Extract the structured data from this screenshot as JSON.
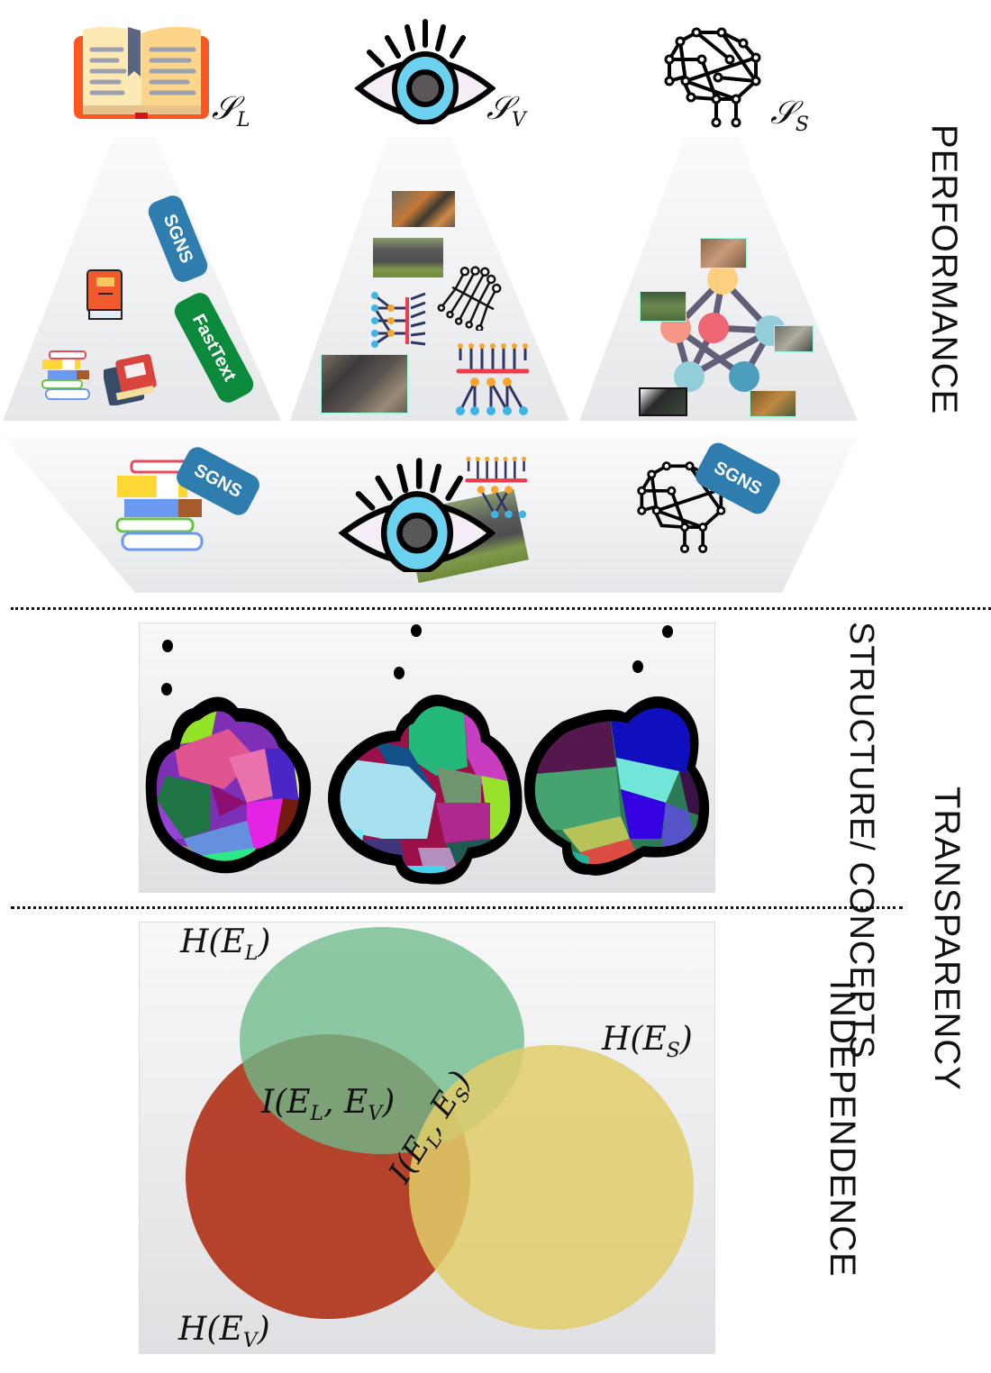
{
  "sources": [
    {
      "id": "language",
      "symbol": "𝒮",
      "subscript": "L",
      "icon": "open-book-icon"
    },
    {
      "id": "vision",
      "symbol": "𝒮",
      "subscript": "V",
      "icon": "eye-icon"
    },
    {
      "id": "structure",
      "symbol": "𝒮",
      "subscript": "S",
      "icon": "neural-brain-icon"
    }
  ],
  "pyramids": {
    "language": {
      "badges": [
        "SGNS",
        "FastText"
      ]
    },
    "vision": {
      "images": [
        "tigers-photo",
        "elephants-photo",
        "annotated-animal-photo"
      ]
    },
    "structure": {
      "images": [
        "graph-node-photos"
      ]
    }
  },
  "fusion": {
    "badges": [
      "SGNS",
      "SGNS"
    ]
  },
  "axis_labels": {
    "performance": "PERFORMANCE",
    "structure_concepts": "STRUCTURE/ CONCEPTS",
    "transparency": "TRANSPARENCY",
    "independence": "INDEPENDENCE"
  },
  "venn": {
    "h_el": "H(E",
    "h_el_sub": "L",
    "h_es": "H(E",
    "h_es_sub": "S",
    "h_ev": "H(E",
    "h_ev_sub": "V",
    "i_lv": "I(E",
    "i_lv_sub1": "L",
    "i_lv_mid": ", E",
    "i_lv_sub2": "V",
    "i_ls": "I(E",
    "i_ls_sub1": "L",
    "i_ls_mid": ", E",
    "i_ls_sub2": "S",
    "close": ")",
    "colors": {
      "language": "#6dbb8a",
      "vision": "#b23a22",
      "structure": "#e0cd6a"
    }
  }
}
